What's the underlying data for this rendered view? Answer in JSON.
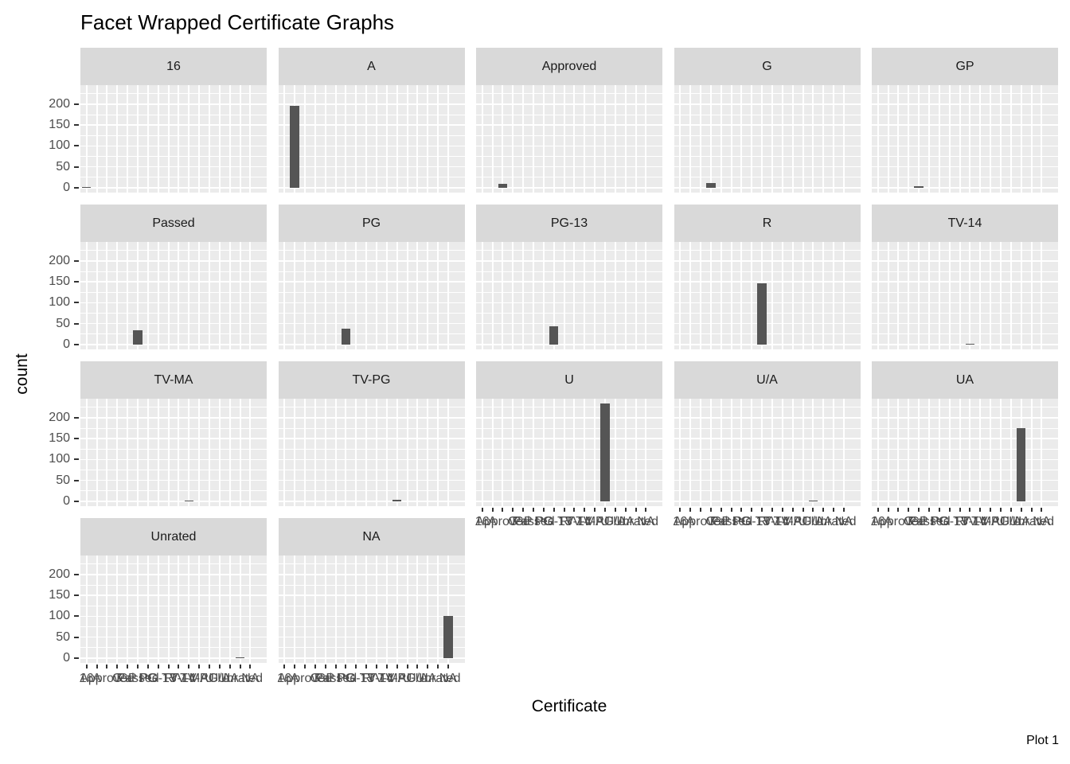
{
  "title": "Facet Wrapped Certificate Graphs",
  "caption": "Plot 1",
  "x_axis_title": "Certificate",
  "y_axis_title": "count",
  "chart_data": {
    "type": "bar",
    "faceted": true,
    "facet_variable": "Certificate",
    "layout": {
      "ncol": 5,
      "nrow": 4,
      "legend": "none",
      "grid": "on"
    },
    "categories": [
      "16",
      "A",
      "Approved",
      "G",
      "GP",
      "Passed",
      "PG",
      "PG-13",
      "R",
      "TV-14",
      "TV-MA",
      "TV-PG",
      "U",
      "U/A",
      "UA",
      "Unrated",
      "NA"
    ],
    "facets": [
      {
        "label": "16",
        "count": 1
      },
      {
        "label": "A",
        "count": 197
      },
      {
        "label": "Approved",
        "count": 10
      },
      {
        "label": "G",
        "count": 12
      },
      {
        "label": "GP",
        "count": 3
      },
      {
        "label": "Passed",
        "count": 34
      },
      {
        "label": "PG",
        "count": 37
      },
      {
        "label": "PG-13",
        "count": 43
      },
      {
        "label": "R",
        "count": 146
      },
      {
        "label": "TV-14",
        "count": 1
      },
      {
        "label": "TV-MA",
        "count": 1
      },
      {
        "label": "TV-PG",
        "count": 3
      },
      {
        "label": "U",
        "count": 234
      },
      {
        "label": "U/A",
        "count": 1
      },
      {
        "label": "UA",
        "count": 175
      },
      {
        "label": "Unrated",
        "count": 2
      },
      {
        "label": "NA",
        "count": 101
      }
    ],
    "xlabel": "Certificate",
    "ylabel": "count",
    "y_ticks": [
      0,
      50,
      100,
      150,
      200
    ],
    "y_minor_ticks": [
      25,
      75,
      125,
      175,
      225
    ],
    "ylim": [
      0,
      234
    ]
  },
  "style": {
    "bar_color": "#555555",
    "panel_bg": "#EBEBEB",
    "strip_bg": "#D9D9D9",
    "strip_text": "#1A1A1A",
    "grid_color": "#FFFFFF",
    "axis_text": "#4D4D4D",
    "tick_color": "#333333",
    "title_color": "#000000"
  }
}
